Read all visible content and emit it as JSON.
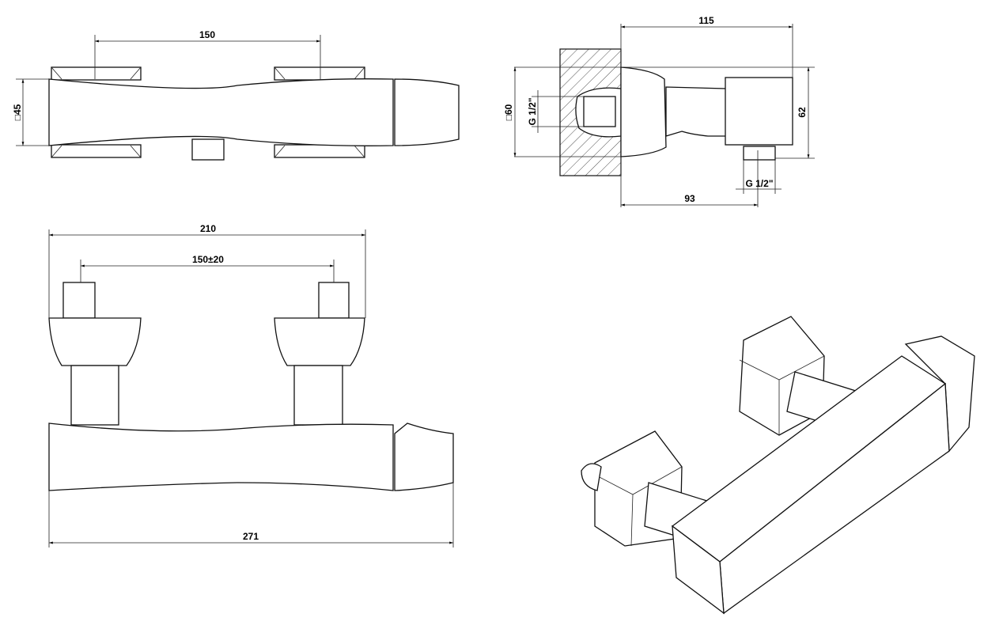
{
  "top_view": {
    "spacing": "150",
    "square_size": "□45"
  },
  "side_view": {
    "depth": "115",
    "wall_square": "□60",
    "inlet_thread": "G 1/2\"",
    "height": "62",
    "outlet_thread": "G 1/2\"",
    "outlet_offset": "93"
  },
  "front_view": {
    "handle_span": "210",
    "inlet_spacing": "150±20",
    "overall_length": "271"
  },
  "colors": {
    "line": "#111111",
    "background": "#ffffff"
  }
}
